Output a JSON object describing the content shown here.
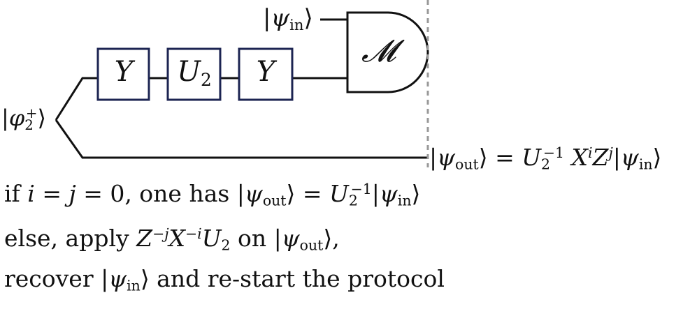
{
  "circuit": {
    "input_state": "|ψin⟩",
    "bell_state": "|φ2+⟩",
    "gates": [
      "Y",
      "U2",
      "Y"
    ],
    "measurement": "M",
    "output_equation": "|ψout⟩ = U2−1 XiZj|ψin⟩"
  },
  "text_lines": [
    "if i = j = 0, one has |ψout⟩ = U2−1|ψin⟩",
    "else, apply Z−jX−iU2 on |ψout⟩,",
    "recover |ψin⟩ and re-start the protocol"
  ],
  "colors": {
    "gate_border": "#1c2452",
    "wire": "#111111",
    "divider": "#999999"
  }
}
